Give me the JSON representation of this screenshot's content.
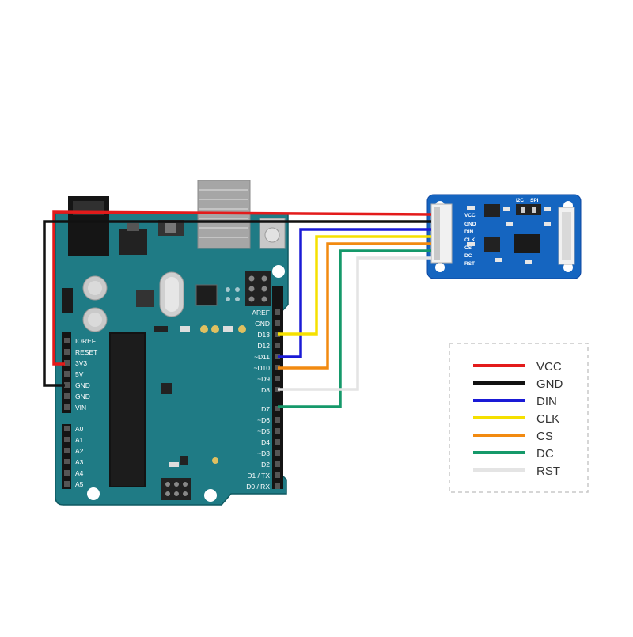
{
  "arduino": {
    "power_pins": [
      "IOREF",
      "RESET",
      "3V3",
      "5V",
      "GND",
      "GND",
      "VIN"
    ],
    "analog_pins": [
      "A0",
      "A1",
      "A2",
      "A3",
      "A4",
      "A5"
    ],
    "digital_pins": [
      "AREF",
      "GND",
      "D13",
      "D12",
      "~D11",
      "~D10",
      "~D9",
      "D8",
      "D7",
      "~D6",
      "~D5",
      "D4",
      "~D3",
      "D2",
      "D1 / TX",
      "D0 / RX"
    ],
    "board_color": "#1f7b85"
  },
  "module": {
    "pins": [
      "VCC",
      "GND",
      "DIN",
      "CLK",
      "CS",
      "DC",
      "RST"
    ],
    "bus_labels": [
      "I2C",
      "SPI"
    ],
    "board_color": "#1565c0"
  },
  "legend": {
    "items": [
      {
        "label": "VCC",
        "color": "#e31b1b"
      },
      {
        "label": "GND",
        "color": "#111111"
      },
      {
        "label": "DIN",
        "color": "#1a1ad6"
      },
      {
        "label": "CLK",
        "color": "#f5e000"
      },
      {
        "label": "CS",
        "color": "#f28a10"
      },
      {
        "label": "DC",
        "color": "#15996a"
      },
      {
        "label": "RST",
        "color": "#e4e4e4"
      }
    ]
  }
}
